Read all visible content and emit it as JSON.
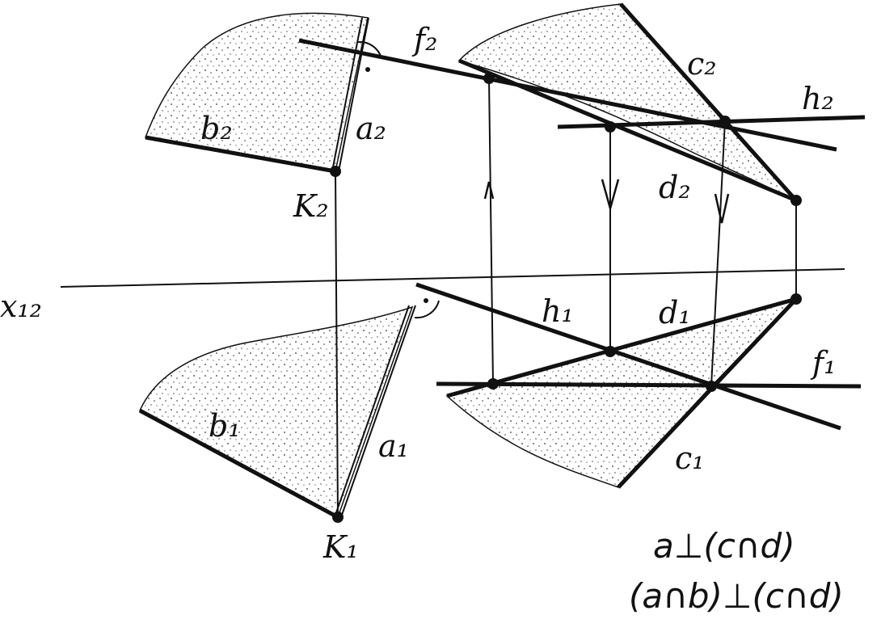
{
  "labels": {
    "f2": "f₂",
    "c2": "c₂",
    "h2": "h₂",
    "b2": "b₂",
    "a2": "a₂",
    "d2": "d₂",
    "k2": "K₂",
    "x12": "x₁₂",
    "h1": "h₁",
    "d1": "d₁",
    "f1": "f₁",
    "b1": "b₁",
    "a1": "a₁",
    "c1": "c₁",
    "k1": "K₁"
  },
  "formulas": {
    "line1": "a⊥(c∩d)",
    "line2": "(a∩b)⊥(c∩d)"
  },
  "colors": {
    "ink": "#111111",
    "paper": "#ffffff"
  }
}
